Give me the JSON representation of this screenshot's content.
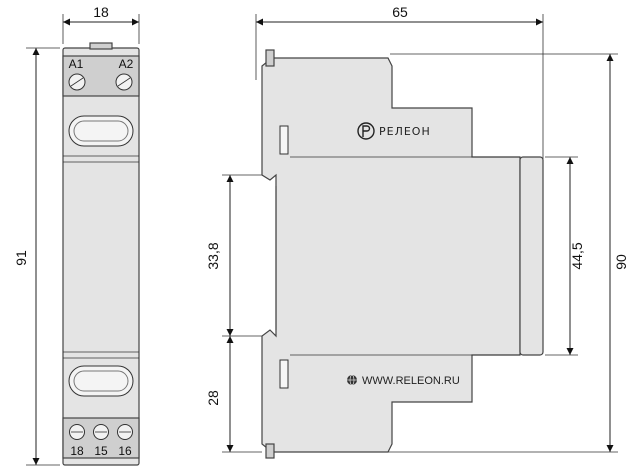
{
  "front_view": {
    "width_label": "18",
    "height_label": "91",
    "terminals_top": [
      "A1",
      "A2"
    ],
    "terminals_bottom": [
      "18",
      "15",
      "16"
    ]
  },
  "side_view": {
    "width_label": "65",
    "height_label": "90",
    "rail_label": "33,8",
    "lower_label": "28",
    "front_height_label": "44,5",
    "brand": "РЕЛЕОН",
    "website": "WWW.RELEON.RU"
  }
}
